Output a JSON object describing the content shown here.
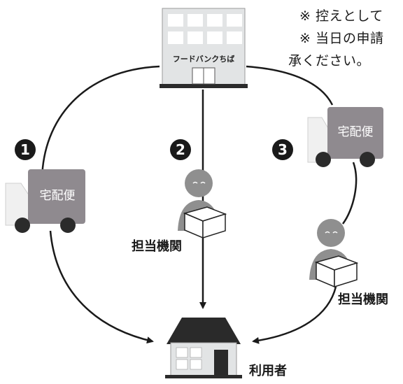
{
  "notes": [
    "※ 控えとして",
    "※ 当日の申請",
    "承ください。"
  ],
  "building": {
    "sign": "フードバンクちば"
  },
  "routes": [
    {
      "number": "1",
      "truck_label": "宅配便"
    },
    {
      "number": "2",
      "agency_label": "担当機関"
    },
    {
      "number": "3",
      "truck_label": "宅配便",
      "agency_label": "担当機関"
    }
  ],
  "destination": {
    "label": "利用者"
  },
  "colors": {
    "line": "#1a1a1a",
    "building_face": "#e2e4e5",
    "building_window": "#ffffff",
    "truck_cargo": "#8f8a8f",
    "truck_cab": "#f0f0f0",
    "wheel": "#2b2b2b",
    "person": "#8f8f8f",
    "box": "#ffffff",
    "roof": "#2a2a2a",
    "circle": "#1a1a1a"
  }
}
